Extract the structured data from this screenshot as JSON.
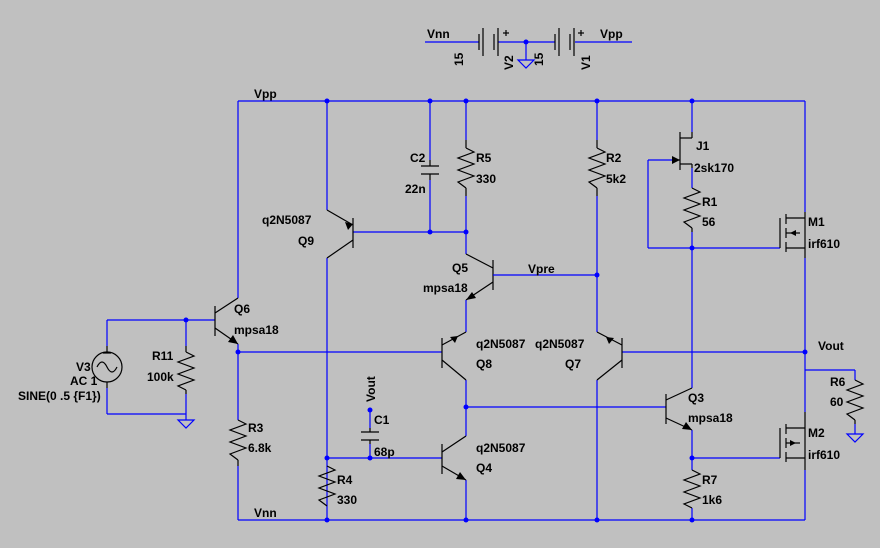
{
  "nets": {
    "vnn_source": "Vnn",
    "vpp_source": "Vpp",
    "vpp_rail": "Vpp",
    "vnn_rail": "Vnn",
    "vpre": "Vpre",
    "vout_top": "Vout",
    "vout_right": "Vout"
  },
  "sources": {
    "v2": {
      "name": "V2",
      "value": "15"
    },
    "v1": {
      "name": "V1",
      "value": "15"
    },
    "v3": {
      "name": "V3",
      "ac": "AC 1",
      "sine": "SINE(0 .5 {F1})"
    }
  },
  "parts": {
    "r11": {
      "name": "R11",
      "value": "100k"
    },
    "r3": {
      "name": "R3",
      "value": "6.8k"
    },
    "r4": {
      "name": "R4",
      "value": "330"
    },
    "r5": {
      "name": "R5",
      "value": "330"
    },
    "r2": {
      "name": "R2",
      "value": "5k2"
    },
    "r1": {
      "name": "R1",
      "value": "56"
    },
    "r6": {
      "name": "R6",
      "value": "60"
    },
    "r7": {
      "name": "R7",
      "value": "1k6"
    },
    "c1": {
      "name": "C1",
      "value": "68p"
    },
    "c2": {
      "name": "C2",
      "value": "22n"
    },
    "q9": {
      "name": "Q9",
      "model": "q2N5087"
    },
    "q6": {
      "name": "Q6",
      "model": "mpsa18"
    },
    "q5": {
      "name": "Q5",
      "model": "mpsa18"
    },
    "q8": {
      "name": "Q8",
      "model": "q2N5087"
    },
    "q7": {
      "name": "Q7",
      "model": "q2N5087"
    },
    "q4": {
      "name": "Q4",
      "model": "q2N5087"
    },
    "q3": {
      "name": "Q3",
      "model": "mpsa18"
    },
    "j1": {
      "name": "J1",
      "model": "2sk170"
    },
    "m1": {
      "name": "M1",
      "model": "irf610"
    },
    "m2": {
      "name": "M2",
      "model": "irf610"
    }
  }
}
